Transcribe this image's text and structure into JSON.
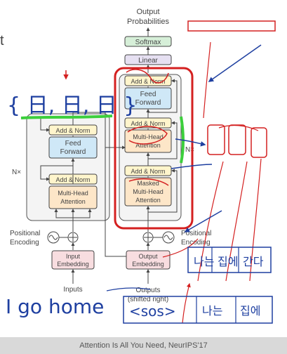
{
  "diagram": {
    "fragment_letter": "t",
    "output_probabilities": [
      "Output",
      "Probabilities"
    ],
    "softmax": "Softmax",
    "linear": "Linear",
    "add_norm": "Add & Norm",
    "feed_forward": [
      "Feed",
      "Forward"
    ],
    "multi_head": [
      "Multi-Head",
      "Attention"
    ],
    "masked_multi_head": [
      "Masked",
      "Multi-Head",
      "Attention"
    ],
    "nx_left": "N×",
    "nx_right": "N×",
    "positional_encoding_left": [
      "Positional",
      "Encoding"
    ],
    "positional_encoding_right": [
      "Positional",
      "Encoding"
    ],
    "input_embedding": [
      "Input",
      "Embedding"
    ],
    "output_embedding": [
      "Output",
      "Embedding"
    ],
    "inputs": "Inputs",
    "outputs": [
      "Outputs",
      "(shifted right)"
    ]
  },
  "annotations": {
    "brace_set": "{ 日, 日, 日 }",
    "encoder_input_text": "I go home",
    "decoder_top_tokens": [
      "나는",
      "집에",
      "간다"
    ],
    "decoder_input_tokens": [
      "<sos>",
      "나는",
      "집에"
    ]
  },
  "footer": "Attention Is All You Need, NeurIPS'17",
  "colors": {
    "add_norm_fill": "#fff5cc",
    "feed_forward_fill": "#cfe8f7",
    "attention_fill": "#fde6c8",
    "embedding_fill": "#f8dde0",
    "softmax_fill": "#d6efd8",
    "linear_fill": "#e6e0f2",
    "annotation_red": "#d42020",
    "annotation_blue": "#1e3fa0",
    "annotation_green": "#3ccf3c"
  }
}
